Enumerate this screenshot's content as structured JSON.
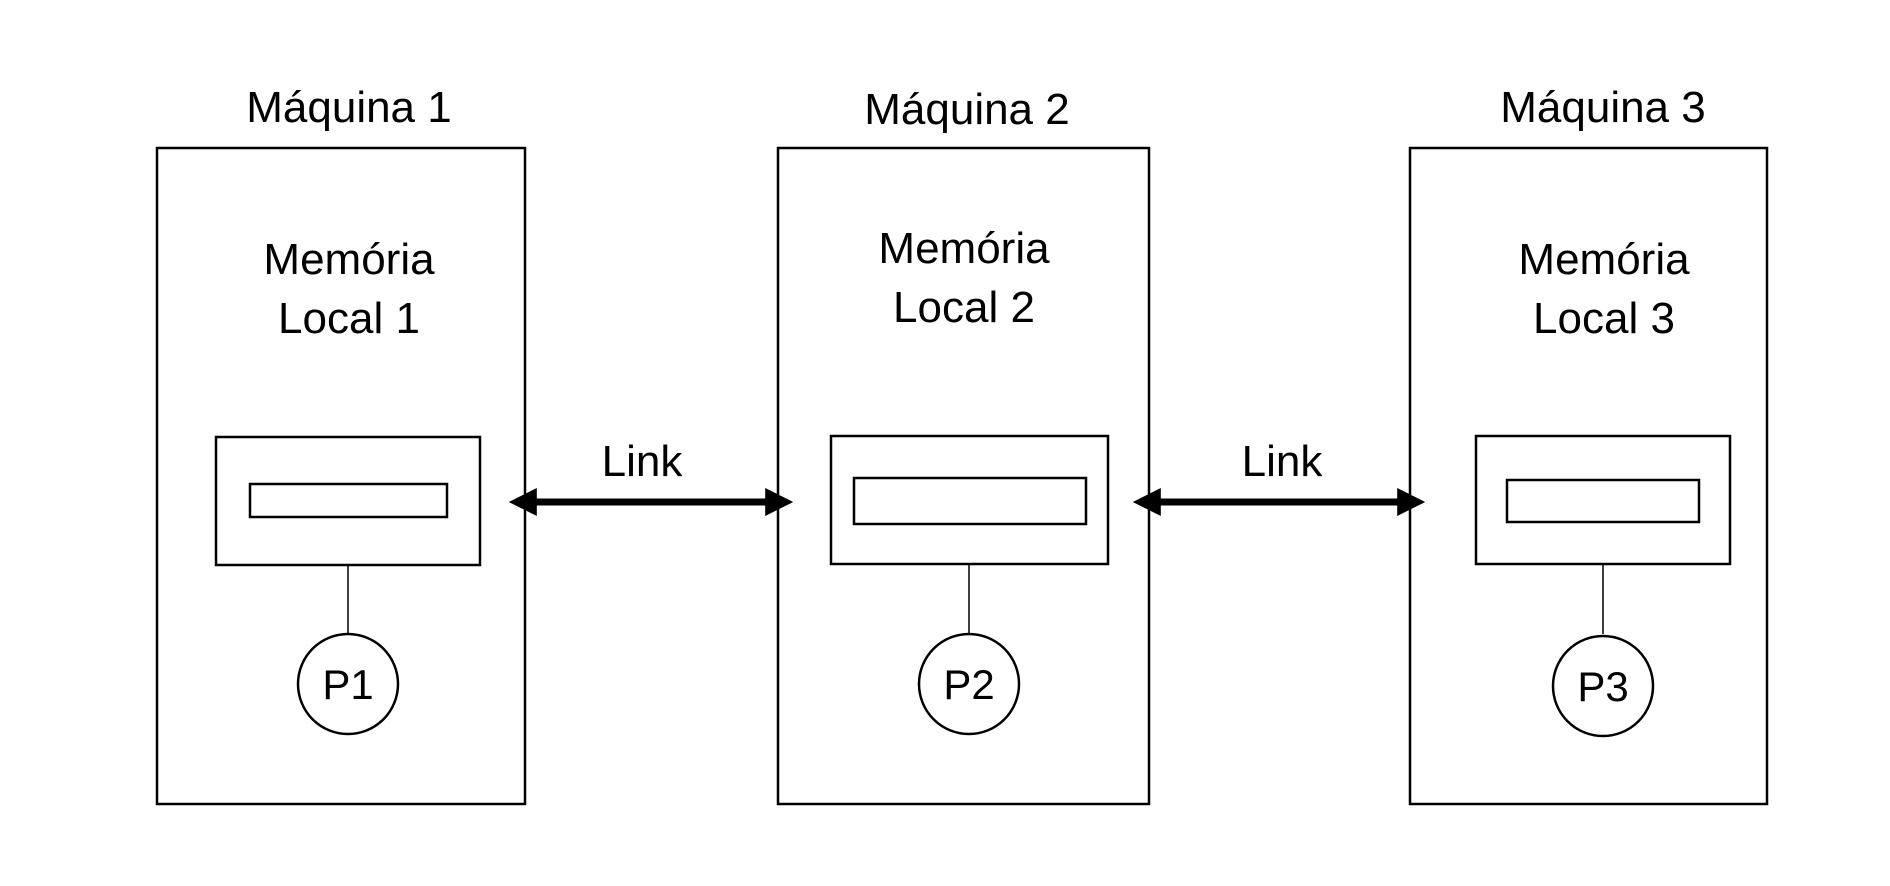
{
  "machines": [
    {
      "title": "Máquina 1",
      "memory_line1": "Memória",
      "memory_line2": "Local 1",
      "processor": "P1"
    },
    {
      "title": "Máquina 2",
      "memory_line1": "Memória",
      "memory_line2": "Local 2",
      "processor": "P2"
    },
    {
      "title": "Máquina 3",
      "memory_line1": "Memória",
      "memory_line2": "Local 3",
      "processor": "P3"
    }
  ],
  "links": [
    {
      "label": "Link"
    },
    {
      "label": "Link"
    }
  ],
  "colors": {
    "stroke": "#000000",
    "background": "#ffffff"
  }
}
